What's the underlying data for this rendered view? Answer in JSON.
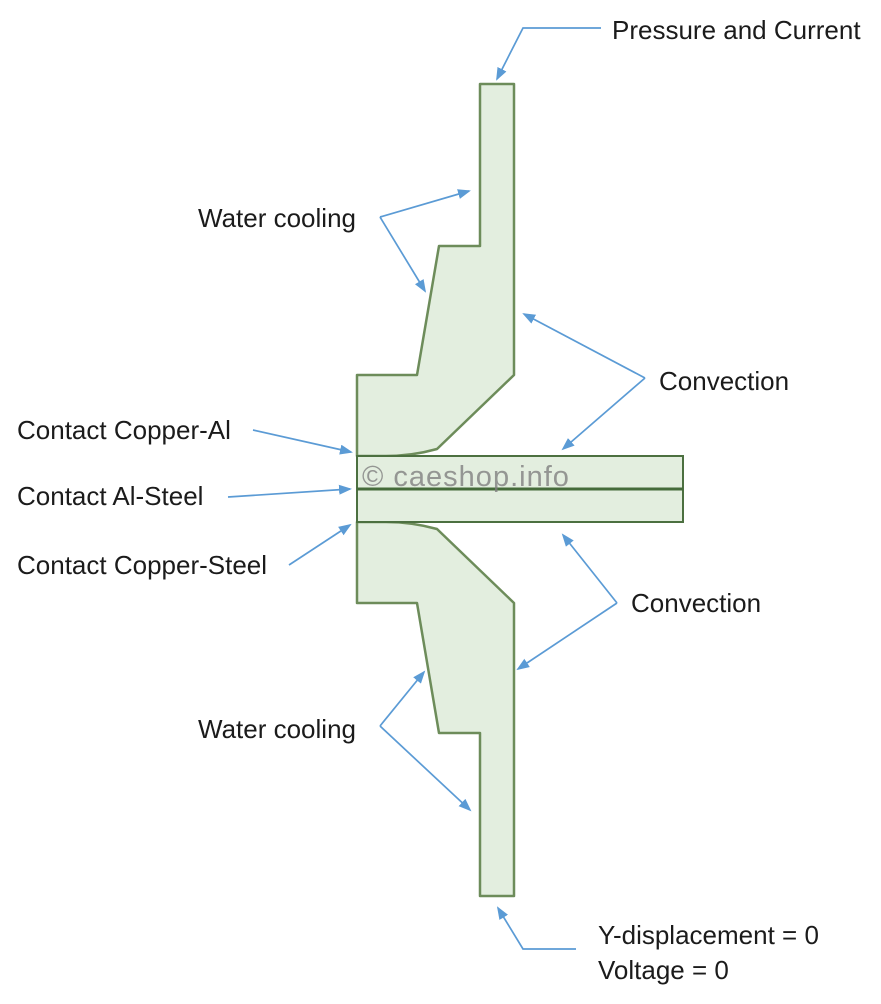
{
  "diagram": {
    "type": "boundary-conditions-schematic",
    "subject": "Resistance spot welding electrode / sheet stack cross-section",
    "labels": {
      "pressure_current": "Pressure and Current",
      "water_cooling_top": "Water cooling",
      "convection_top": "Convection",
      "contact_copper_al": "Contact Copper-Al",
      "contact_al_steel": "Contact Al-Steel",
      "contact_copper_steel": "Contact Copper-Steel",
      "convection_bottom": "Convection",
      "water_cooling_bottom": "Water cooling",
      "y_displacement": "Y-displacement = 0",
      "voltage": "Voltage = 0"
    },
    "watermark": "© caeshop.info",
    "colors": {
      "arrow_blue": "#5b9bd5",
      "shape_fill": "#e3eedf",
      "electrode_stroke": "#6d8c5a",
      "sheet_stroke": "#4c7040",
      "midline_stroke": "#456b3a",
      "label_text": "#1b1b1b",
      "watermark_gray": "#808080"
    },
    "regions": [
      "upper-electrode",
      "lower-electrode",
      "al-sheet",
      "steel-sheet"
    ]
  }
}
